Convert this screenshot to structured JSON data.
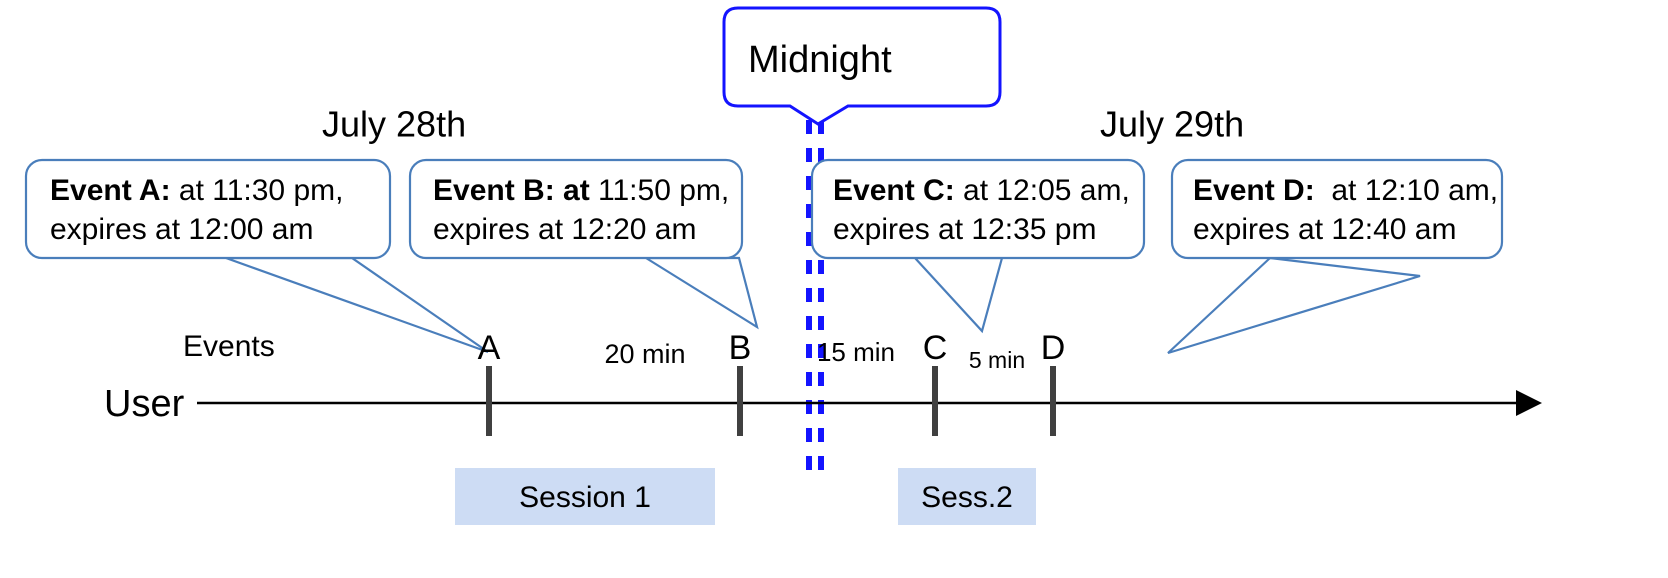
{
  "diagram": {
    "title_left": "July 28th",
    "title_right": "July 29th",
    "midnight_label": "Midnight",
    "row_labels": {
      "events": "Events",
      "user": "User"
    },
    "colors": {
      "callout_border": "#4a7ebb",
      "midnight_border": "#1414ff",
      "dashed_line": "#1414ff",
      "session_fill": "#cddcf4",
      "tick": "#404040",
      "axis": "#000000",
      "text": "#000000"
    },
    "callouts": [
      {
        "id": "event-a",
        "bold": "Event A:",
        "line1_rest": " at 11:30 pm,",
        "line2": "expires at 12:00 am"
      },
      {
        "id": "event-b",
        "bold": "Event B: at",
        "line1_rest": " 11:50 pm,",
        "line2": "expires at 12:20 am"
      },
      {
        "id": "event-c",
        "bold": "Event C:",
        "line1_rest": " at 12:05 am,",
        "line2": "expires at 12:35 pm"
      },
      {
        "id": "event-d",
        "bold": "Event D:",
        "line1_rest": "  at 12:10 am,",
        "line2": "expires at 12:40 am"
      }
    ],
    "events": [
      {
        "id": "event-tick-a",
        "label": "A"
      },
      {
        "id": "event-tick-b",
        "label": "B"
      },
      {
        "id": "event-tick-c",
        "label": "C"
      },
      {
        "id": "event-tick-d",
        "label": "D"
      }
    ],
    "intervals": [
      {
        "id": "interval-a-b",
        "label": "20 min"
      },
      {
        "id": "interval-b-c",
        "label": "15 min"
      },
      {
        "id": "interval-c-d",
        "label": "5 min"
      }
    ],
    "sessions": [
      {
        "id": "session-1",
        "label": "Session 1"
      },
      {
        "id": "session-2",
        "label": "Sess.2"
      }
    ]
  }
}
